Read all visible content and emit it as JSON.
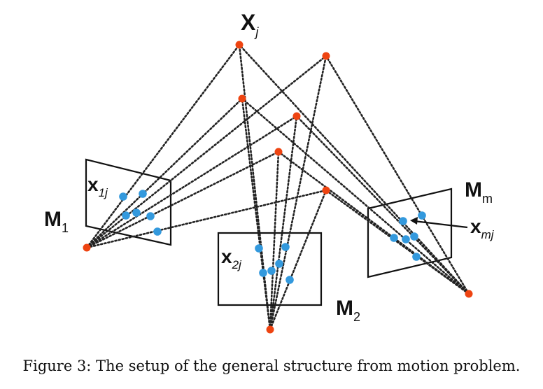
{
  "labels": {
    "point_main": "X",
    "point_sub": "j",
    "cam1_main": "M",
    "cam1_sub": "1",
    "cam2_main": "M",
    "cam2_sub": "2",
    "camm_main": "M",
    "camm_sub": "m",
    "img1_main": "x",
    "img1_sub": "1j",
    "img2_main": "x",
    "img2_sub": "2j",
    "imgm_main": "x",
    "imgm_sub": "mj"
  },
  "caption": "Figure 3: The setup of the general structure from motion problem.",
  "colors": {
    "scene_point": "#ee4411",
    "image_point": "#3399dd",
    "lines": "#222222"
  }
}
